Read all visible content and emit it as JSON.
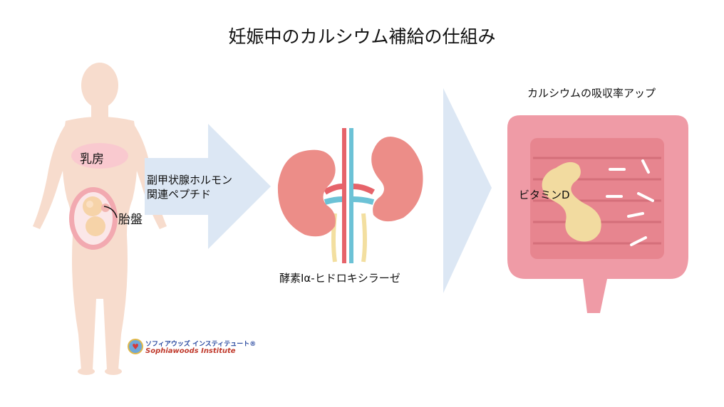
{
  "title": "妊娠中のカルシウム補給の仕組み",
  "body": {
    "breast_label": "乳房",
    "placenta_label": "胎盤"
  },
  "arrow1": {
    "label_line1": "副甲状腺ホルモン",
    "label_line2": "関連ペプチド"
  },
  "kidney": {
    "enzyme_label": "酵素Ⅰα-ヒドロキシラーゼ"
  },
  "intestine": {
    "heading": "カルシウムの吸収率アップ",
    "vitamin_label": "ビタミンD"
  },
  "logo": {
    "line1": "ソフィアウッズ インスティテュート®",
    "line2": "Sophiawoods Institute"
  },
  "colors": {
    "skin": "#f7dccd",
    "breast": "#f9c9cf",
    "arrow": "#dce7f4",
    "kidney": "#ec8d88",
    "artery": "#e6636a",
    "vein": "#6cc2d6",
    "ureter": "#f3dfa0",
    "intestine": "#ef9ba6",
    "intestine_inner": "#e7858f",
    "vitamin": "#f2dba0",
    "bone": "#ffffff"
  }
}
